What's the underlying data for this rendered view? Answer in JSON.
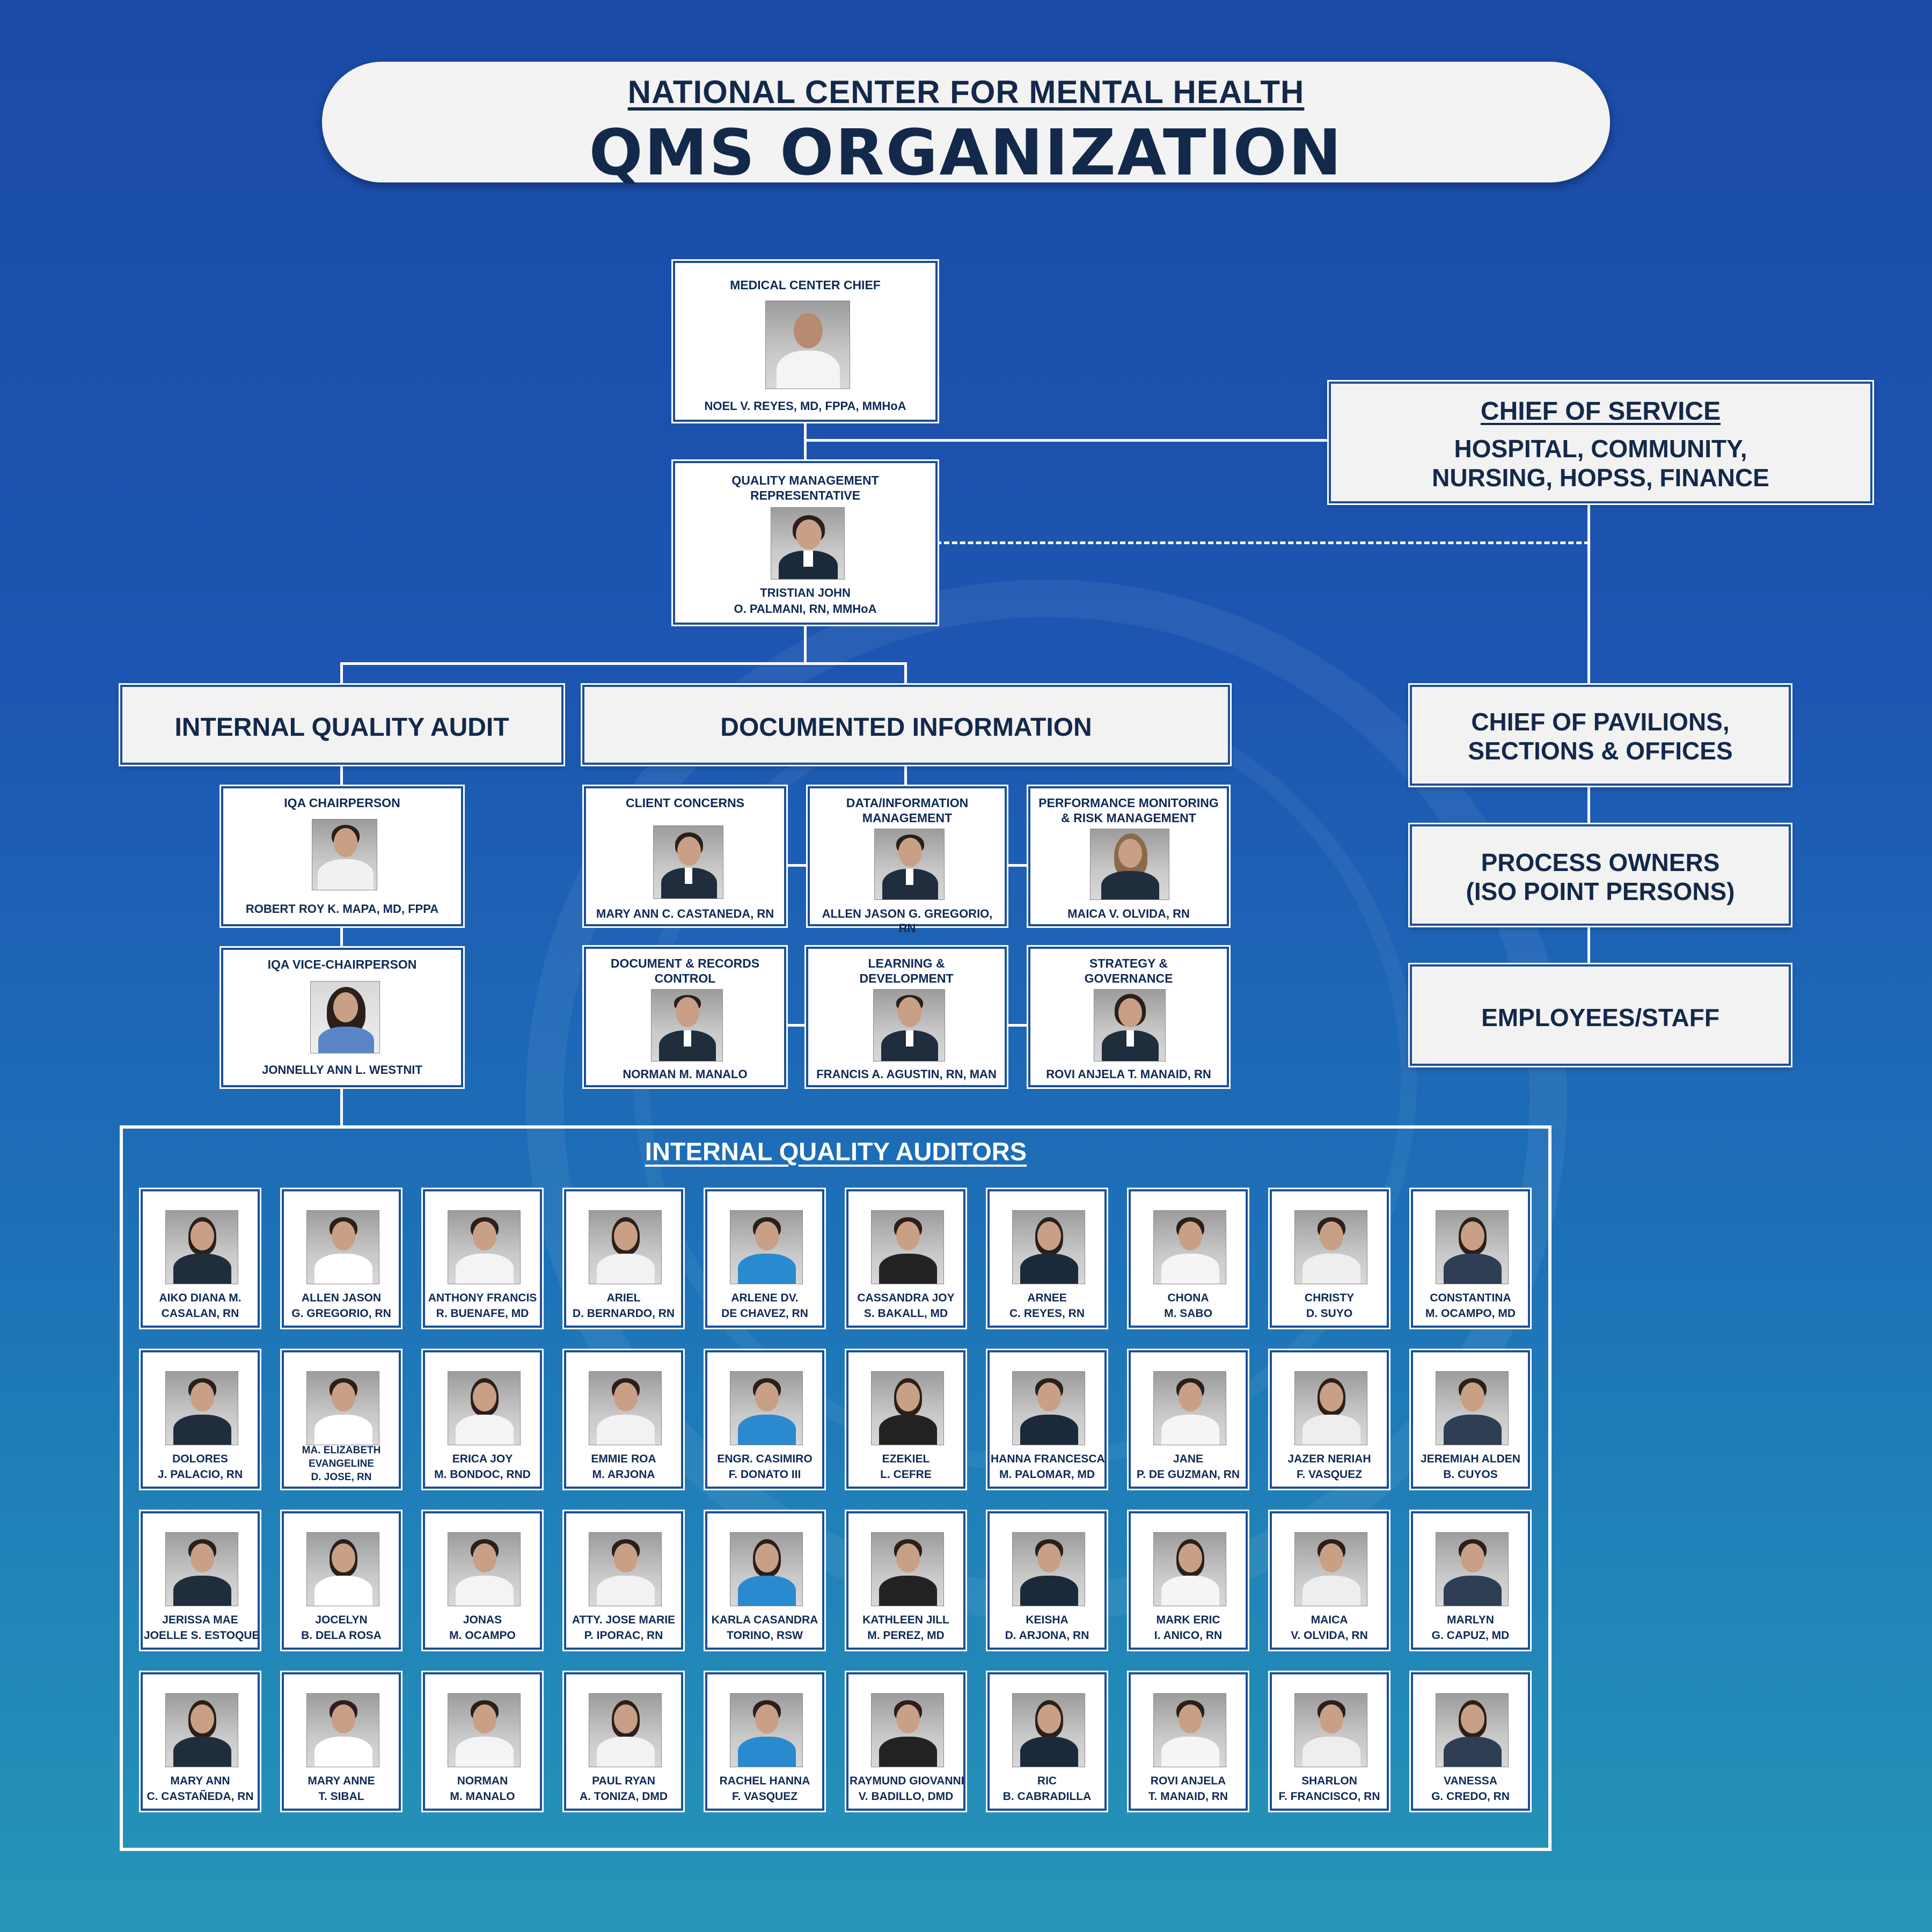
{
  "header": {
    "subtitle": "NATIONAL CENTER FOR MENTAL HEALTH",
    "title": "QMS ORGANIZATION"
  },
  "top": {
    "chief": {
      "role": "MEDICAL CENTER CHIEF",
      "name": "NOEL V. REYES, MD, FPPA, MMHoA"
    },
    "qmr": {
      "role_line1": "QUALITY MANAGEMENT",
      "role_line2": "REPRESENTATIVE",
      "name_line1": "TRISTIAN JOHN",
      "name_line2": "O.  PALMANI, RN, MMHoA"
    }
  },
  "right": {
    "chief_of_service": {
      "heading": "CHIEF OF SERVICE",
      "line1": "HOSPITAL, COMMUNITY,",
      "line2": "NURSING, HOPSS, FINANCE"
    },
    "pavilions": {
      "line1": "CHIEF OF PAVILIONS,",
      "line2": "SECTIONS & OFFICES"
    },
    "process_owners": {
      "line1": "PROCESS OWNERS",
      "line2": "(ISO POINT PERSONS)"
    },
    "employees": {
      "label": "EMPLOYEES/STAFF"
    }
  },
  "iqa": {
    "heading": "INTERNAL QUALITY AUDIT",
    "chair": {
      "role": "IQA CHAIRPERSON",
      "name": "ROBERT ROY K. MAPA, MD, FPPA"
    },
    "vice": {
      "role": "IQA VICE-CHAIRPERSON",
      "name": "JONNELLY ANN L. WESTNIT"
    }
  },
  "docinfo": {
    "heading": "DOCUMENTED INFORMATION",
    "cards": [
      {
        "role1": "CLIENT CONCERNS",
        "role2": "",
        "name": "MARY ANN C. CASTANEDA, RN"
      },
      {
        "role1": "DATA/INFORMATION",
        "role2": "MANAGEMENT",
        "name": "ALLEN JASON G. GREGORIO, RN"
      },
      {
        "role1": "PERFORMANCE MONITORING",
        "role2": "& RISK MANAGEMENT",
        "name": "MAICA V. OLVIDA, RN"
      },
      {
        "role1": "DOCUMENT & RECORDS",
        "role2": "CONTROL",
        "name": "NORMAN M. MANALO"
      },
      {
        "role1": "LEARNING &",
        "role2": "DEVELOPMENT",
        "name": "FRANCIS A. AGUSTIN, RN, MAN"
      },
      {
        "role1": "STRATEGY &",
        "role2": "GOVERNANCE",
        "name": "ROVI ANJELA T. MANAID, RN"
      }
    ]
  },
  "auditors": {
    "title": "INTERNAL QUALITY AUDITORS",
    "people": [
      [
        "AIKO DIANA M.",
        "CASALAN, RN"
      ],
      [
        "ALLEN JASON",
        "G. GREGORIO, RN"
      ],
      [
        "ANTHONY FRANCIS",
        "R. BUENAFE, MD"
      ],
      [
        "ARIEL",
        "D. BERNARDO, RN"
      ],
      [
        "ARLENE DV.",
        "DE CHAVEZ, RN"
      ],
      [
        "CASSANDRA JOY",
        "S. BAKALL, MD"
      ],
      [
        "ARNEE",
        "C. REYES, RN"
      ],
      [
        "CHONA",
        "M. SABO"
      ],
      [
        "CHRISTY",
        "D. SUYO"
      ],
      [
        "CONSTANTINA",
        "M. OCAMPO, MD"
      ],
      [
        "DOLORES",
        "J. PALACIO, RN"
      ],
      [
        "MA. ELIZABETH",
        "EVANGELINE",
        "D. JOSE, RN"
      ],
      [
        "ERICA JOY",
        "M. BONDOC, RND"
      ],
      [
        "EMMIE ROA",
        "M. ARJONA"
      ],
      [
        "ENGR. CASIMIRO",
        "F. DONATO III"
      ],
      [
        "EZEKIEL",
        "L. CEFRE"
      ],
      [
        "HANNA FRANCESCA",
        "M. PALOMAR, MD"
      ],
      [
        "JANE",
        "P. DE GUZMAN, RN"
      ],
      [
        "JAZER NERIAH",
        "F. VASQUEZ"
      ],
      [
        "JEREMIAH ALDEN",
        "B. CUYOS"
      ],
      [
        "JERISSA MAE",
        "JOELLE S. ESTOQUE"
      ],
      [
        "JOCELYN",
        "B. DELA ROSA"
      ],
      [
        "JONAS",
        "M. OCAMPO"
      ],
      [
        "ATTY. JOSE MARIE",
        "P. IPORAC, RN"
      ],
      [
        "KARLA CASANDRA",
        "TORINO, RSW"
      ],
      [
        "KATHLEEN JILL",
        "M. PEREZ, MD"
      ],
      [
        "KEISHA",
        "D. ARJONA, RN"
      ],
      [
        "MARK ERIC",
        "I. ANICO, RN"
      ],
      [
        "MAICA",
        "V. OLVIDA, RN"
      ],
      [
        "MARLYN",
        "G. CAPUZ, MD"
      ],
      [
        "MARY ANN",
        "C. CASTAÑEDA, RN"
      ],
      [
        "MARY ANNE",
        "T. SIBAL"
      ],
      [
        "NORMAN",
        "M. MANALO"
      ],
      [
        "PAUL RYAN",
        "A. TONIZA, DMD"
      ],
      [
        "RACHEL HANNA",
        "F. VASQUEZ"
      ],
      [
        "RAYMUND GIOVANNI",
        "V. BADILLO, DMD"
      ],
      [
        "RIC",
        "B. CABRADILLA"
      ],
      [
        "ROVI ANJELA",
        "T. MANAID, RN"
      ],
      [
        "SHARLON",
        "F. FRANCISCO, RN"
      ],
      [
        "VANESSA",
        "G. CREDO, RN"
      ]
    ]
  },
  "colors": {
    "card_border": "#1c4f96",
    "text_dark": "#0f2a55",
    "background_top": "#1a4aa6",
    "background_bottom": "#2596b8"
  }
}
